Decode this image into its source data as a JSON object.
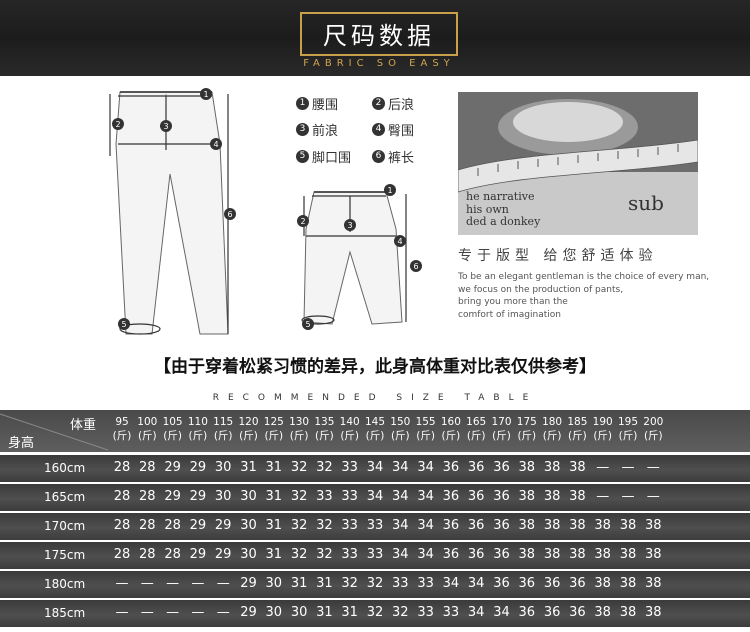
{
  "header": {
    "title": "尺码数据",
    "subtitle": "FABRIC SO EASY"
  },
  "legend": [
    {
      "num": "1",
      "label": "腰围"
    },
    {
      "num": "2",
      "label": "后浪"
    },
    {
      "num": "3",
      "label": "前浪"
    },
    {
      "num": "4",
      "label": "臀围"
    },
    {
      "num": "5",
      "label": "脚口围"
    },
    {
      "num": "6",
      "label": "裤长"
    }
  ],
  "promo": {
    "cn": "专于版型 给您舒适体验",
    "en": [
      "To be an elegant gentleman is the choice of every man,",
      "we focus on the production of pants,",
      "bring you more than the",
      "comfort of imagination"
    ]
  },
  "notice": "【由于穿着松紧习惯的差异，此身高体重对比表仅供参考】",
  "table": {
    "caption": "RECOMMENDED SIZE TABLE",
    "weight_label": "体重",
    "height_label": "身高",
    "unit": "(斤)",
    "weights": [
      "95",
      "100",
      "105",
      "110",
      "115",
      "120",
      "125",
      "130",
      "135",
      "140",
      "145",
      "150",
      "155",
      "160",
      "165",
      "170",
      "175",
      "180",
      "185",
      "190",
      "195",
      "200"
    ],
    "rows": [
      {
        "height": "160cm",
        "sizes": [
          "28",
          "28",
          "29",
          "29",
          "30",
          "31",
          "31",
          "32",
          "32",
          "33",
          "34",
          "34",
          "34",
          "36",
          "36",
          "36",
          "38",
          "38",
          "38",
          "—",
          "—",
          "—"
        ]
      },
      {
        "height": "165cm",
        "sizes": [
          "28",
          "28",
          "29",
          "29",
          "30",
          "30",
          "31",
          "32",
          "33",
          "33",
          "34",
          "34",
          "34",
          "36",
          "36",
          "36",
          "38",
          "38",
          "38",
          "—",
          "—",
          "—"
        ]
      },
      {
        "height": "170cm",
        "sizes": [
          "28",
          "28",
          "28",
          "29",
          "29",
          "30",
          "31",
          "32",
          "32",
          "33",
          "33",
          "34",
          "34",
          "36",
          "36",
          "36",
          "38",
          "38",
          "38",
          "38",
          "38",
          "38"
        ]
      },
      {
        "height": "175cm",
        "sizes": [
          "28",
          "28",
          "28",
          "29",
          "29",
          "30",
          "31",
          "32",
          "32",
          "33",
          "33",
          "34",
          "34",
          "36",
          "36",
          "36",
          "38",
          "38",
          "38",
          "38",
          "38",
          "38"
        ]
      },
      {
        "height": "180cm",
        "sizes": [
          "—",
          "—",
          "—",
          "—",
          "—",
          "29",
          "30",
          "31",
          "31",
          "32",
          "32",
          "33",
          "33",
          "34",
          "34",
          "36",
          "36",
          "36",
          "36",
          "38",
          "38",
          "38"
        ]
      },
      {
        "height": "185cm",
        "sizes": [
          "—",
          "—",
          "—",
          "—",
          "—",
          "29",
          "30",
          "30",
          "31",
          "31",
          "32",
          "32",
          "33",
          "33",
          "34",
          "34",
          "36",
          "36",
          "36",
          "38",
          "38",
          "38"
        ]
      }
    ]
  }
}
